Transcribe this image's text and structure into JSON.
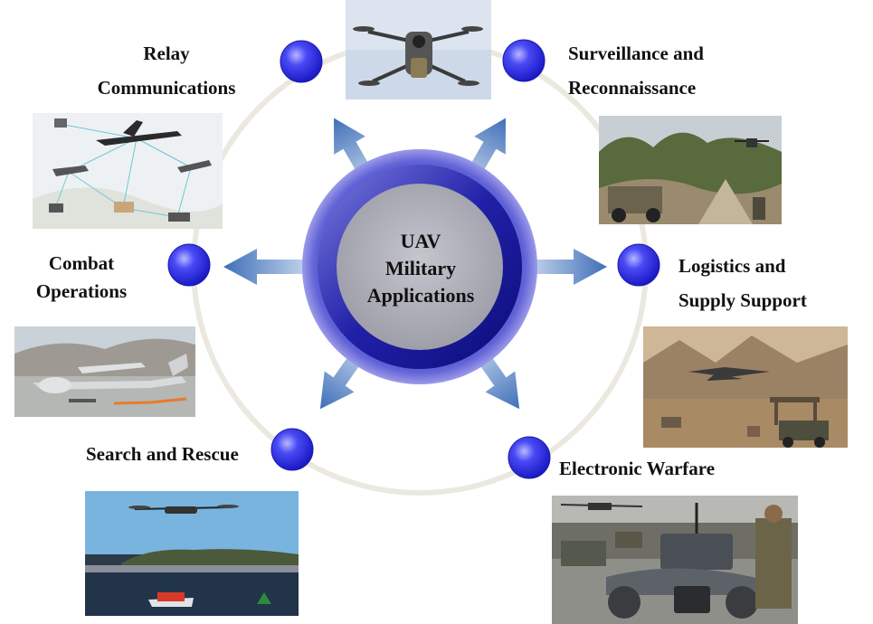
{
  "center": {
    "line1": "UAV",
    "line2": "Military",
    "line3": "Applications"
  },
  "nodes": {
    "relay": {
      "line1": "Relay",
      "line2": "Communications"
    },
    "surveillance": {
      "line1": "Surveillance and",
      "line2": "Reconnaissance"
    },
    "combat": {
      "line1": "Combat",
      "line2": "Operations"
    },
    "logistics": {
      "line1": "Logistics and",
      "line2": "Supply Support"
    },
    "search": {
      "line1": "Search and Rescue"
    },
    "electronic": {
      "line1": "Electronic Warfare"
    }
  },
  "colors": {
    "ring": "#e9e7dc",
    "node_blue": "#2a2ae8",
    "center_dark": "#1a1a9a",
    "center_light": "#7878d8",
    "center_core": "#a9aab4",
    "arrow": "#5f8fcf"
  }
}
